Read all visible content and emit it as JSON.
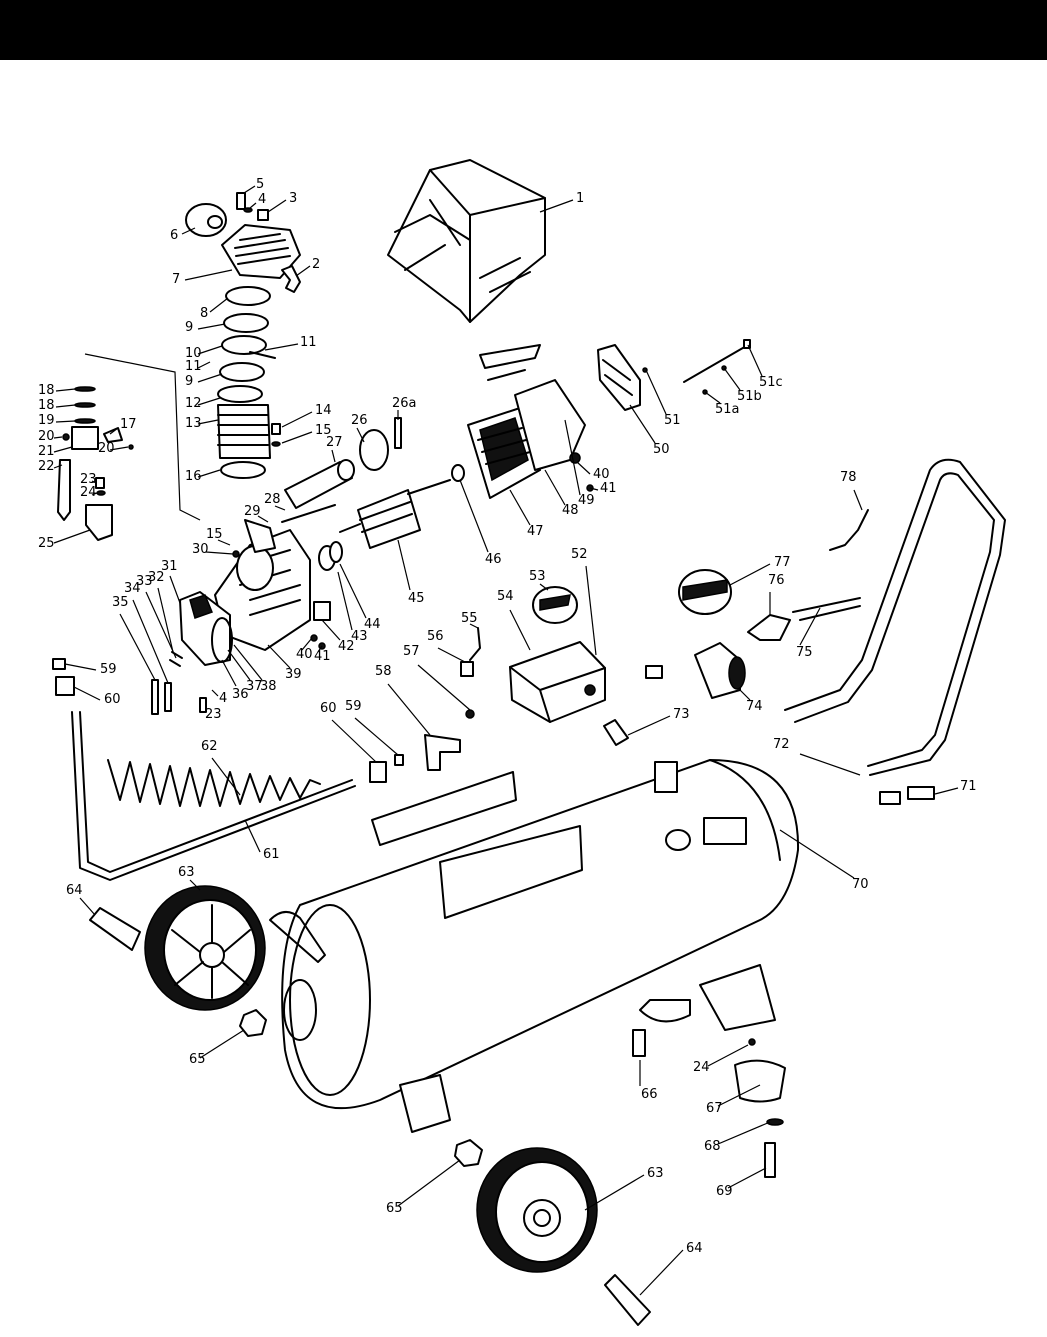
{
  "callouts": [
    {
      "label": "1"
    },
    {
      "label": "2"
    },
    {
      "label": "3"
    },
    {
      "label": "4"
    },
    {
      "label": "5"
    },
    {
      "label": "6"
    },
    {
      "label": "7"
    },
    {
      "label": "8"
    },
    {
      "label": "9"
    },
    {
      "label": "10"
    },
    {
      "label": "11"
    },
    {
      "label": "11"
    },
    {
      "label": "9"
    },
    {
      "label": "12"
    },
    {
      "label": "13"
    },
    {
      "label": "14"
    },
    {
      "label": "15"
    },
    {
      "label": "16"
    },
    {
      "label": "17"
    },
    {
      "label": "18"
    },
    {
      "label": "18"
    },
    {
      "label": "19"
    },
    {
      "label": "20"
    },
    {
      "label": "20"
    },
    {
      "label": "21"
    },
    {
      "label": "22"
    },
    {
      "label": "23"
    },
    {
      "label": "24"
    },
    {
      "label": "25"
    },
    {
      "label": "26"
    },
    {
      "label": "26a"
    },
    {
      "label": "27"
    },
    {
      "label": "28"
    },
    {
      "label": "29"
    },
    {
      "label": "15"
    },
    {
      "label": "30"
    },
    {
      "label": "31"
    },
    {
      "label": "32"
    },
    {
      "label": "33"
    },
    {
      "label": "34"
    },
    {
      "label": "35"
    },
    {
      "label": "36"
    },
    {
      "label": "37"
    },
    {
      "label": "38"
    },
    {
      "label": "39"
    },
    {
      "label": "40"
    },
    {
      "label": "41"
    },
    {
      "label": "42"
    },
    {
      "label": "43"
    },
    {
      "label": "44"
    },
    {
      "label": "45"
    },
    {
      "label": "46"
    },
    {
      "label": "47"
    },
    {
      "label": "48"
    },
    {
      "label": "49"
    },
    {
      "label": "40"
    },
    {
      "label": "41"
    },
    {
      "label": "50"
    },
    {
      "label": "51"
    },
    {
      "label": "51a"
    },
    {
      "label": "51b"
    },
    {
      "label": "51c"
    },
    {
      "label": "52"
    },
    {
      "label": "53"
    },
    {
      "label": "54"
    },
    {
      "label": "55"
    },
    {
      "label": "56"
    },
    {
      "label": "57"
    },
    {
      "label": "58"
    },
    {
      "label": "59"
    },
    {
      "label": "60"
    },
    {
      "label": "59"
    },
    {
      "label": "60"
    },
    {
      "label": "61"
    },
    {
      "label": "62"
    },
    {
      "label": "63"
    },
    {
      "label": "63"
    },
    {
      "label": "64"
    },
    {
      "label": "64"
    },
    {
      "label": "65"
    },
    {
      "label": "65"
    },
    {
      "label": "66"
    },
    {
      "label": "67"
    },
    {
      "label": "24"
    },
    {
      "label": "68"
    },
    {
      "label": "69"
    },
    {
      "label": "70"
    },
    {
      "label": "71"
    },
    {
      "label": "72"
    },
    {
      "label": "73"
    },
    {
      "label": "74"
    },
    {
      "label": "75"
    },
    {
      "label": "76"
    },
    {
      "label": "77"
    },
    {
      "label": "78"
    },
    {
      "label": "23"
    },
    {
      "label": "4"
    }
  ]
}
